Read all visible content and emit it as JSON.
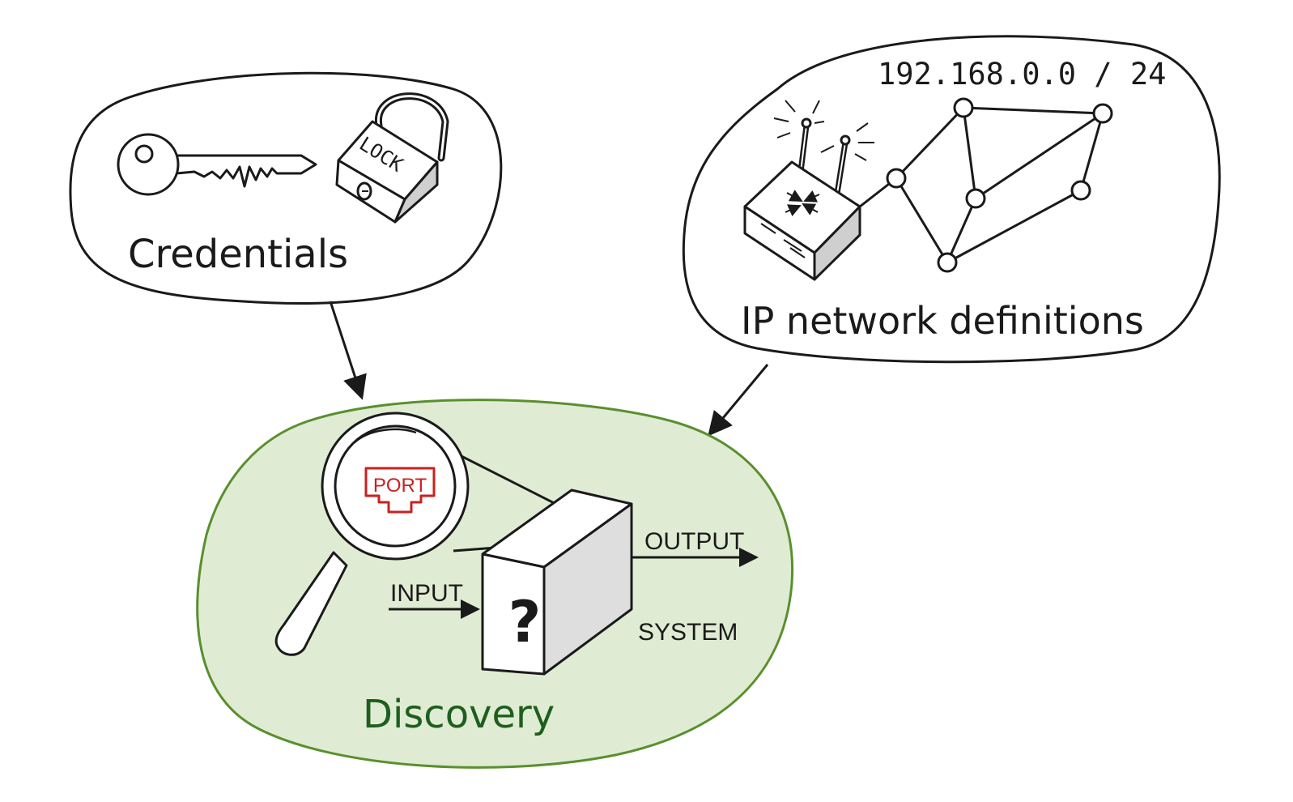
{
  "nodes": {
    "credentials": {
      "label": "Credentials",
      "lock_text": "LOCK"
    },
    "ip_network": {
      "label": "IP network definitions",
      "cidr": "192.168.0.0 / 24"
    },
    "discovery": {
      "label": "Discovery",
      "port_text": "PORT",
      "input_text": "INPUT",
      "output_text": "OUTPUT",
      "system_text": "SYSTEM",
      "box_symbol": "?"
    }
  },
  "colors": {
    "discovery_fill": "#dfecd3",
    "discovery_stroke": "#5a8f2e",
    "discovery_text": "#1e5e1e",
    "port_red": "#c8221f",
    "ink": "#1a1a1a"
  }
}
